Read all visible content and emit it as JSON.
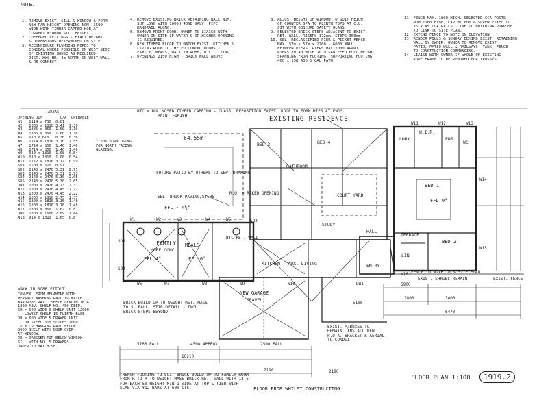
{
  "notes": {
    "title": "NOTE.",
    "left_items": [
      "1. REMOVE EXIST. SILL & WINDOW & FORM",
      "   NEW PAN HEIGHT OPENING NOM. 3500",
      "   WIDE WITH TIMBER CAPPED HOB AT",
      "   CURRENT WINDOW SILL HEIGHT.",
      "2. COFFERED CEILINGS - EXACT HEIGHT",
      "   & DIMENSIONS DETERMINED ON SITE.",
      "3. RECONFIGURE PLUMBING PIPES TO",
      "   CONCEAL WHERE POSSIBLE ON WEST SIDE",
      "   OF EXISTING HOUSE AS REQUIRED.",
      "   DIST. HWS HR. 4m NORTH ON WEST WALL",
      "   & RE CONNECT."
    ],
    "mid_items": [
      "4. REMOVE EXISTING BRICK RETAINING WALL NOM.",
      "   SHT LONG WITH 1000H 40NB GALV. PIPE",
      "   HANDRAIL ALONG.",
      "5. REMOVE FRONT DOOR. OWNER TO LIAISE WITH",
      "   OWNER ON SITE IF WATER & OR HIGHER OPENING",
      "   IS REQUIRED.",
      "6. NEW TIMBER FLOOR TO MATCH EXIST. KITCHEN &",
      "   LIVING ROOM TO THE FOLLOWING ROOMS -",
      "   FAMILY, MEALS, WALK IN ROBE, W.C, LIVING.",
      "7. OPENINGS 2150 HIGH - BRICK WALL ABOVE"
    ],
    "right_items": [
      "8. ADJUST HEIGHT OF WINDOW TO SUIT HEIGHT",
      "   OF COUNTER SPA TO PLINTH TOPS AT C.L.",
      "   FIT WITH OBSCURE SAFETY GLASS",
      "9. SELECTED BRICK STEPS ADJACENT TO EXIST.",
      "   RET. WALL. RISERS 172mm, STEPS 350mm",
      "10. SEL. RECLASSIFIED PIER & PICKET FENCE",
      "   MAX. 57m x 57m x 2700 - 6000 WALL",
      "   BETWEEN PIERS. PIERS MAX 2000 APART.",
      "   PIERS 39 40 WITH 10 9 SAW FEED FULL HEIGHT",
      "   SPANNING FROM FOOTING. SUPPORTING FOOTING",
      "   400 x 158 400 & GAL PATH"
    ],
    "far_right_items": [
      "11. FENCE MAX. 1800 HIGH. SELECTED CCA POSTS",
      "    NOM 1100 HIGH, CAP W/ 600 & SCREW FIXED TO",
      "    75 x 45 CCA RAILS. LINE TO BUILDING PURPOSE",
      "    TO LINK TO SITE PLAN.",
      "12. EXTEND FENCE TO NOTE ON ELEVATION",
      "13. RENDER PILLS & SUNDRY BEHIND EXIST. RETAINING",
      "    WALL BY OWNER. OWNER TO REMOVE EXIST",
      "    PATIO, PATIO WALL & RAILWAYS, TANK, FENCE",
      "    TO CONSTRUCTION COMMENCING.",
      "14. LIAISE WITH OWNER IF WHOLE OF EXISTING",
      "    ROOF FRAME TO BE REMOVED FOR TRUSSES."
    ]
  },
  "openings": {
    "headers": [
      "OPENING",
      "DIM",
      "O/A",
      "OPENABLE"
    ],
    "areas_heading": "AREAS",
    "rows": [
      [
        "W1",
        "1114 x 730",
        "0.81",
        ""
      ],
      [
        "W2",
        "1886 x 1810",
        "3.41",
        "1.36"
      ],
      [
        "W3",
        "1886 x 850",
        "1.60",
        "1.16"
      ],
      [
        "W4",
        "1886 x 850",
        "1.60",
        "1.16"
      ],
      [
        "W5",
        "610 x 610",
        "0.36",
        "0.36"
      ],
      [
        "W6",
        "1714 x 1810",
        "3.10",
        "1.55"
      ],
      [
        "W7",
        "1714 x 850",
        "1.46",
        "1.46"
      ],
      [
        "W8",
        "1714 x 850",
        "1.46",
        "1.46"
      ],
      [
        "W9",
        "610 x 1810",
        "1.08",
        "0.54"
      ],
      [
        "W10",
        "610 x 1810",
        "1.08",
        "0.54"
      ],
      [
        "W11",
        "1772 x 1810",
        "3.17",
        "0.99"
      ],
      [
        "SD1",
        "1500 x 610",
        "0.91",
        ""
      ],
      [
        "SD2",
        "2143 x 2470",
        "5.31",
        "2.71"
      ],
      [
        "SD3",
        "2143 x 2470",
        "5.31",
        "2.71"
      ],
      [
        "SD4",
        "2143 x 2470",
        "5.30",
        "2.65"
      ],
      [
        "SD5",
        "2143 x 2470",
        "5.30",
        "2.65"
      ],
      [
        "DW1",
        "2000 x 2470",
        "4.73",
        "2.37"
      ],
      [
        "W12",
        "1800 x 2470",
        "4.45",
        "2.22"
      ],
      [
        "W13",
        "1800 x 2470",
        "4.45",
        "2.22"
      ],
      [
        "W14",
        "1800 x 1810",
        "2.75",
        "1.37"
      ],
      [
        "W15",
        "1800 x 1810",
        "3.16",
        "1.48"
      ],
      [
        "W16",
        "1800 x 1810",
        "3.16",
        "1.48"
      ],
      [
        "W17",
        "1800 x 850",
        "1.62",
        "0.8"
      ],
      [
        "DW2",
        "1800 x 1600",
        "2.89",
        "1.44"
      ],
      [
        "W18",
        "914 x 1810",
        "1.65",
        "0.8"
      ]
    ],
    "side_note": "* 50% BORN USING FOR NORTH FACING GLAZING."
  },
  "walk_in_robe": {
    "title": "WALK IN ROBE FITOUT",
    "lines": [
      "CONVEX, FROM MELAMINE WITH",
      "MERANTI WASHING RAIL TO MATCH",
      "WARDROBE RAIL. SHELF LENGTH 1H AT",
      "1800 ABV. SHELF NO. 450 DEEP.",
      "SH = 600 WIDE 6 SHELF UNIT 12000",
      "   LOWEST SHELF 15 PLINTH BASE",
      "DR = 600 WIDE 5 DRAWER UNIT",
      "   ON STEEL 610 SLIDES 2000",
      "CP = CP HANGING RAIL BELOW",
      "300D SHELF WITH DOOR OVER",
      "AT WINDOW.",
      "DR = DRESSER TOP BELOW WINDOW",
      "SILL WITH NO. 5 DRAWERS",
      "UNDER TO MATCH SH."
    ]
  },
  "plan": {
    "existing_residence": "EXISTING RESIDENCE",
    "rooms": {
      "family": "FAMILY",
      "family_sub": "MORE CONC.",
      "meals": "MEALS",
      "kitchen": "KITCHEN - AUX. LIVING",
      "study": "STUDY",
      "bed3": "BED 3",
      "bed4": "BED 4",
      "bed1": "BED 1",
      "bed2": "BED 2",
      "bath": "BATHROOM",
      "hall": "HALL",
      "entry": "ENTRY",
      "court_yard": "COURT YARD",
      "garage": "NEW GARAGE",
      "garage_sub": "GRAVEL",
      "terrace": "TERRACE",
      "wir": "W.I.R.",
      "ens": "ENS",
      "ldry": "LDRY",
      "wc": "WC",
      "linen": "LIN"
    },
    "labels": {
      "area_1": "64.55m²",
      "ffl_family": "FFL 4°",
      "ffl_meals": "FFL 0°",
      "ffl_bed1": "FFL 0°",
      "ffl_court": "FFL - 4½°",
      "btc_top": "BTC = BULLNOSED TIMBER CAPPING - CLASS",
      "btc_top_2": "PAINT FINISH",
      "future_patio": "FUTURE PATIO BY OTHERS TO SEP. DRAWING",
      "sel_brick": "SEL. BRICK PAVING/STEPS",
      "reposition_note": "REPOSITION EXIST. ROOF TO FORM HIPS AT ENDS",
      "drawing_no": "1919.2",
      "floor_plan": "FLOOR PLAN 1:100",
      "bottom_note": "FLOOR PROP WHILST CONSTRUCTING.",
      "trench_note": "TRENCH FOOTING TO SUIT BRICK BUILD UP TO FAMILY ROOM FROM R TO R TO WEIGHT MASS BRICK RET. WALL WITH 12.5 FOR EACH 50 HEIGHT MIN 1 WIDE AT TOP & TIER WITH SLAB VIA Y12 BARS AT 600 CTS.",
      "brick_build": "BRICK BUILD UP TO WEIGHT RET. MASS TO S. BALL, STIR DETAIL - INCL. BRICK STEPS BEYOND",
      "exist_meter": "EXIST. M/BOXES TO REMAIN. INSTALL NEW P.O.A. BRACKET & AERIAL TO CONDUIT",
      "exist_shrubs": "EXIST. SHRUBS REMAIN",
      "exist_fence": "EXIST. FENCE",
      "fence_site": "FENCE TO NOTE 10 & SITE PLAN",
      "ro_note": "R.O. = RAKED OPENING",
      "btc_ret": "BTC RET. WALL"
    },
    "dims": {
      "d1": "5760 FALL",
      "d2": "4500 APPROX",
      "d3": "2590 FALL",
      "d4": "10210",
      "d5": "7190",
      "d6": "2190",
      "d7": "5900",
      "d8": "3400",
      "d9": "1800",
      "d10": "6470",
      "d11": "5100"
    },
    "windows": [
      "W1",
      "W2",
      "W3",
      "W4",
      "W5",
      "W6",
      "W7",
      "W8",
      "W9",
      "W10",
      "W11",
      "W12",
      "W13",
      "W14",
      "W15",
      "W16",
      "SD1",
      "SD2",
      "SD3",
      "DW1"
    ]
  }
}
